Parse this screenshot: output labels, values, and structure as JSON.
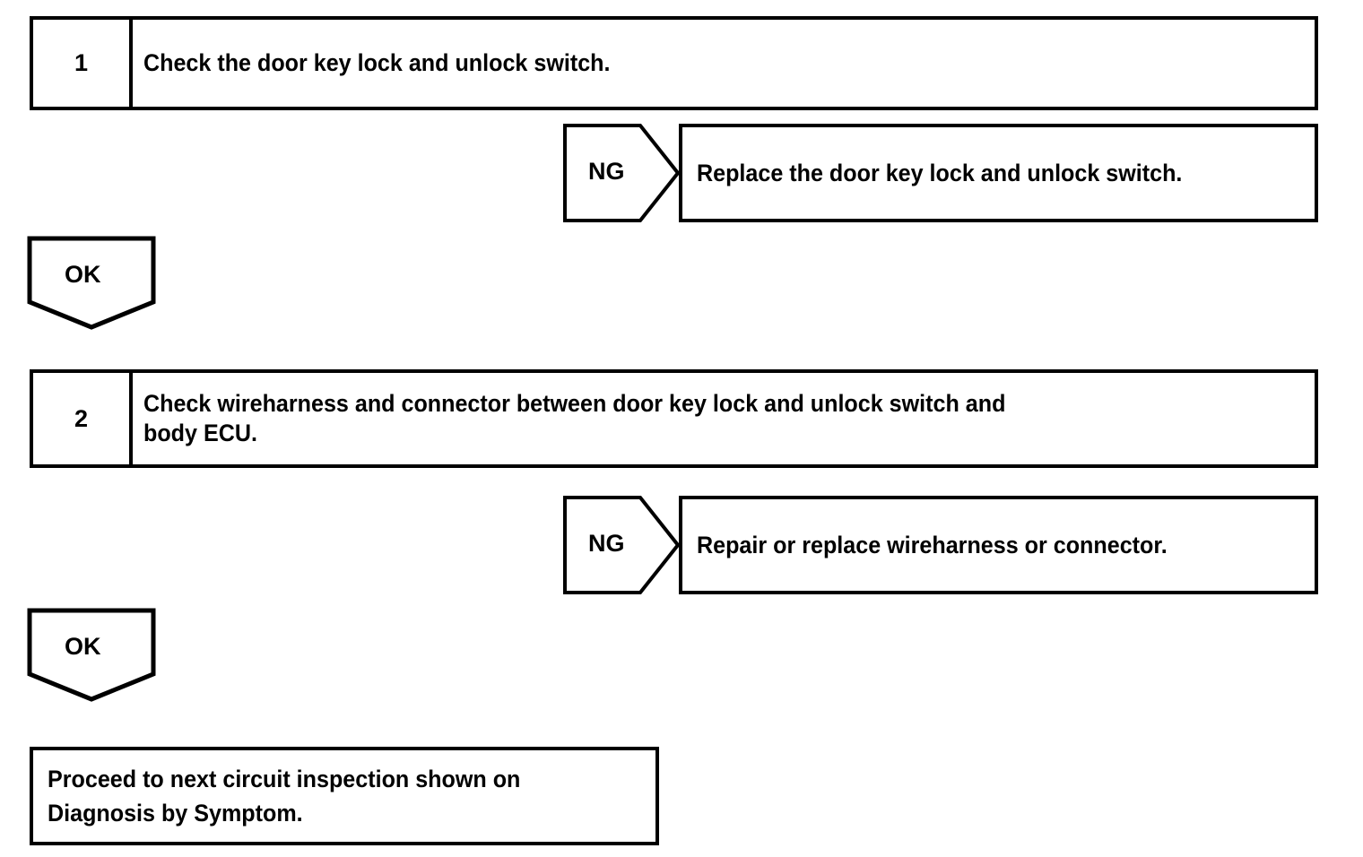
{
  "diagram": {
    "type": "diagnostic-flowchart",
    "background_color": "#ffffff",
    "line_color": "#000000",
    "text_color": "#000000"
  },
  "steps": [
    {
      "number": "1",
      "text": "Check the door key lock and unlock switch."
    },
    {
      "number": "2",
      "text": "Check wireharness and connector between door key lock and unlock switch and\nbody ECU."
    }
  ],
  "ng_branches": [
    {
      "label": "NG",
      "action": "Replace the door key lock and unlock switch."
    },
    {
      "label": "NG",
      "action": "Repair or replace wireharness or connector."
    }
  ],
  "ok_connectors": [
    {
      "label": "OK"
    },
    {
      "label": "OK"
    }
  ],
  "final": {
    "text": "Proceed to next circuit inspection shown on\nDiagnosis by Symptom."
  }
}
